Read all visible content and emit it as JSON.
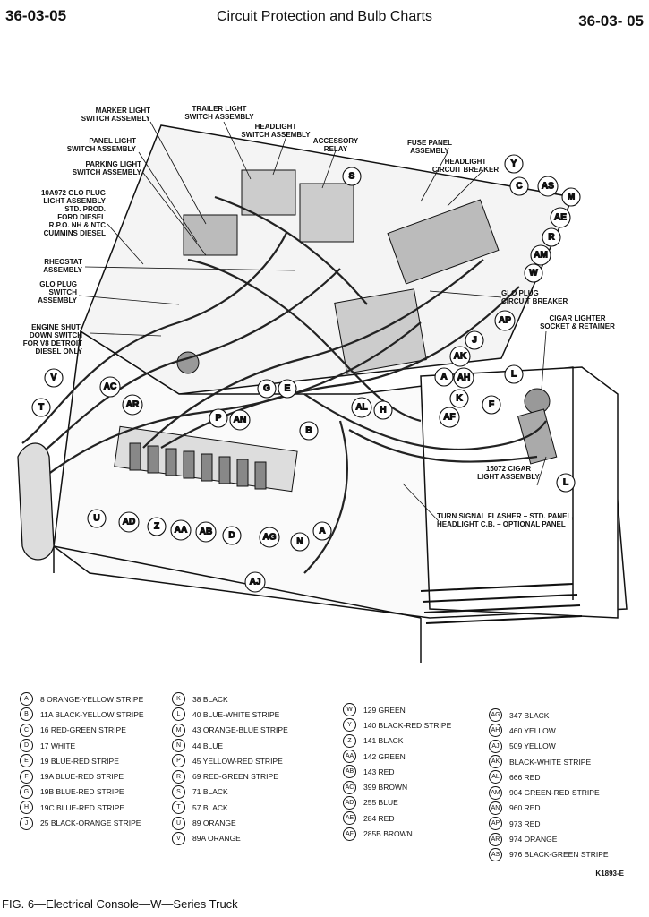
{
  "header": {
    "page_left": "36-03-05",
    "title": "Circuit Protection and Bulb Charts",
    "page_right": "36-03- 05"
  },
  "labels": {
    "marker_light": [
      "MARKER LIGHT",
      "SWITCH ASSEMBLY"
    ],
    "trailer_light": [
      "TRAILER LIGHT",
      "SWITCH ASSEMBLY"
    ],
    "headlight_switch": [
      "HEADLIGHT",
      "SWITCH ASSEMBLY"
    ],
    "accessory_relay": [
      "ACCESSORY",
      "RELAY"
    ],
    "fuse_panel": [
      "FUSE PANEL",
      "ASSEMBLY"
    ],
    "headlight_cb": [
      "HEADLIGHT",
      "CIRCUIT BREAKER"
    ],
    "panel_light": [
      "PANEL LIGHT",
      "SWITCH ASSEMBLY"
    ],
    "parking_light": [
      "PARKING LIGHT",
      "SWITCH ASSEMBLY"
    ],
    "glo_plug_light": [
      "10A972 GLO PLUG",
      "LIGHT ASSEMBLY",
      "STD. PROD.",
      "FORD DIESEL",
      "R.P.O. NH & NTC",
      "CUMMINS DIESEL"
    ],
    "rheostat": [
      "RHEOSTAT",
      "ASSEMBLY"
    ],
    "glo_plug_switch": [
      "GLO PLUG",
      "SWITCH",
      "ASSEMBLY"
    ],
    "engine_shutdown": [
      "ENGINE SHUT-",
      "DOWN SWITCH",
      "FOR V8 DETROIT",
      "DIESEL ONLY"
    ],
    "glo_plug_cb": [
      "GLO PLUG",
      "CIRCUIT BREAKER"
    ],
    "cigar_lighter_socket": [
      "CIGAR LIGHTER",
      "SOCKET & RETAINER"
    ],
    "cigar_lighter_assy": [
      "15072 CIGAR",
      "LIGHT ASSEMBLY"
    ],
    "turn_signal": [
      "TURN SIGNAL FLASHER – STD. PANEL,",
      "HEADLIGHT C.B. – OPTIONAL PANEL"
    ]
  },
  "legend": {
    "col1": [
      {
        "code": "A",
        "text": "8 ORANGE-YELLOW STRIPE"
      },
      {
        "code": "B",
        "text": "11A BLACK-YELLOW STRIPE"
      },
      {
        "code": "C",
        "text": "16 RED-GREEN STRIPE"
      },
      {
        "code": "D",
        "text": "17 WHITE"
      },
      {
        "code": "E",
        "text": "19 BLUE-RED STRIPE"
      },
      {
        "code": "F",
        "text": "19A BLUE-RED STRIPE"
      },
      {
        "code": "G",
        "text": "19B BLUE-RED STRIPE"
      },
      {
        "code": "H",
        "text": "19C BLUE-RED STRIPE"
      },
      {
        "code": "J",
        "text": "25 BLACK-ORANGE STRIPE"
      }
    ],
    "col2": [
      {
        "code": "K",
        "text": "38 BLACK"
      },
      {
        "code": "L",
        "text": "40 BLUE-WHITE STRIPE"
      },
      {
        "code": "M",
        "text": "43 ORANGE-BLUE STRIPE"
      },
      {
        "code": "N",
        "text": "44 BLUE"
      },
      {
        "code": "P",
        "text": "45 YELLOW-RED STRIPE"
      },
      {
        "code": "R",
        "text": "69 RED-GREEN STRIPE"
      },
      {
        "code": "S",
        "text": "71 BLACK"
      },
      {
        "code": "T",
        "text": "57 BLACK"
      },
      {
        "code": "U",
        "text": "89 ORANGE"
      },
      {
        "code": "V",
        "text": "89A ORANGE"
      }
    ],
    "col3": [
      {
        "code": "W",
        "text": "129 GREEN"
      },
      {
        "code": "Y",
        "text": "140 BLACK-RED STRIPE"
      },
      {
        "code": "Z",
        "text": "141 BLACK"
      },
      {
        "code": "AA",
        "text": "142 GREEN"
      },
      {
        "code": "AB",
        "text": "143 RED"
      },
      {
        "code": "AC",
        "text": "399 BROWN"
      },
      {
        "code": "AD",
        "text": "255 BLUE"
      },
      {
        "code": "AE",
        "text": "284 RED"
      },
      {
        "code": "AF",
        "text": "285B BROWN"
      }
    ],
    "col4": [
      {
        "code": "AG",
        "text": "347 BLACK"
      },
      {
        "code": "AH",
        "text": "460 YELLOW"
      },
      {
        "code": "AJ",
        "text": "509 YELLOW"
      },
      {
        "code": "AK",
        "text": "BLACK-WHITE STRIPE"
      },
      {
        "code": "AL",
        "text": "666 RED"
      },
      {
        "code": "AM",
        "text": "904 GREEN-RED STRIPE"
      },
      {
        "code": "AN",
        "text": "960 RED"
      },
      {
        "code": "AP",
        "text": "973 RED"
      },
      {
        "code": "AR",
        "text": "974 ORANGE"
      },
      {
        "code": "AS",
        "text": "976 BLACK-GREEN STRIPE"
      }
    ]
  },
  "figure_code": "K1893-E",
  "caption": "FIG. 6—Electrical Console—W—Series Truck"
}
